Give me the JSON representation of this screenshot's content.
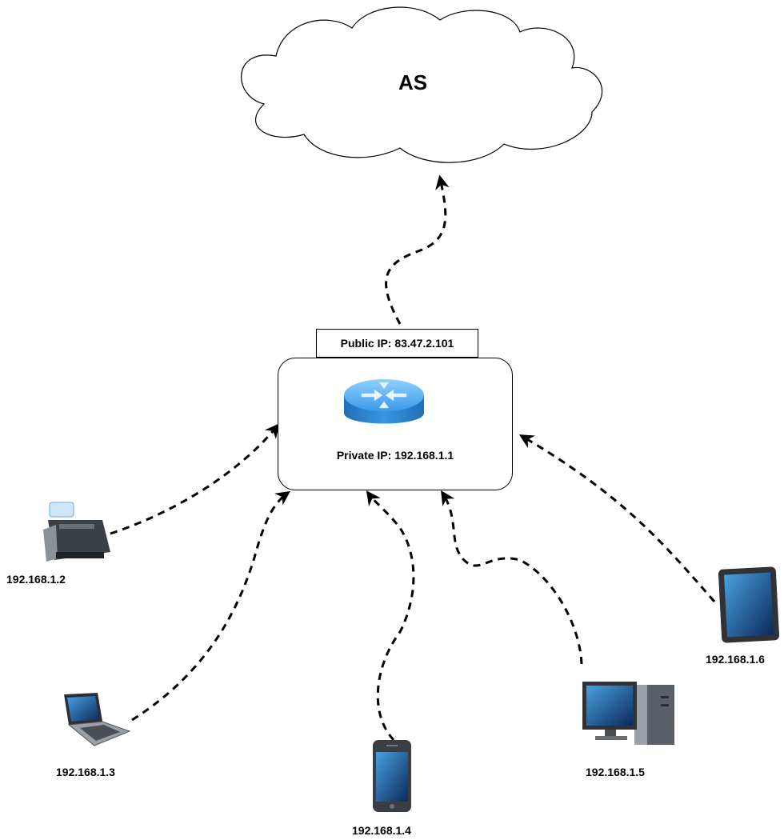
{
  "cloud": {
    "label": "AS"
  },
  "router": {
    "public_ip": "Public IP: 83.47.2.101",
    "private_ip": "Private IP: 192.168.1.1",
    "icon": "router-icon"
  },
  "devices": [
    {
      "name": "printer",
      "icon": "printer-icon",
      "ip": "192.168.1.2"
    },
    {
      "name": "laptop",
      "icon": "laptop-icon",
      "ip": "192.168.1.3"
    },
    {
      "name": "phone",
      "icon": "smartphone-icon",
      "ip": "192.168.1.4"
    },
    {
      "name": "desktop",
      "icon": "desktop-computer-icon",
      "ip": "192.168.1.5"
    },
    {
      "name": "tablet",
      "icon": "tablet-icon",
      "ip": "192.168.1.6"
    }
  ],
  "colors": {
    "router_blue": "#2f8fd8",
    "line": "#000000"
  }
}
